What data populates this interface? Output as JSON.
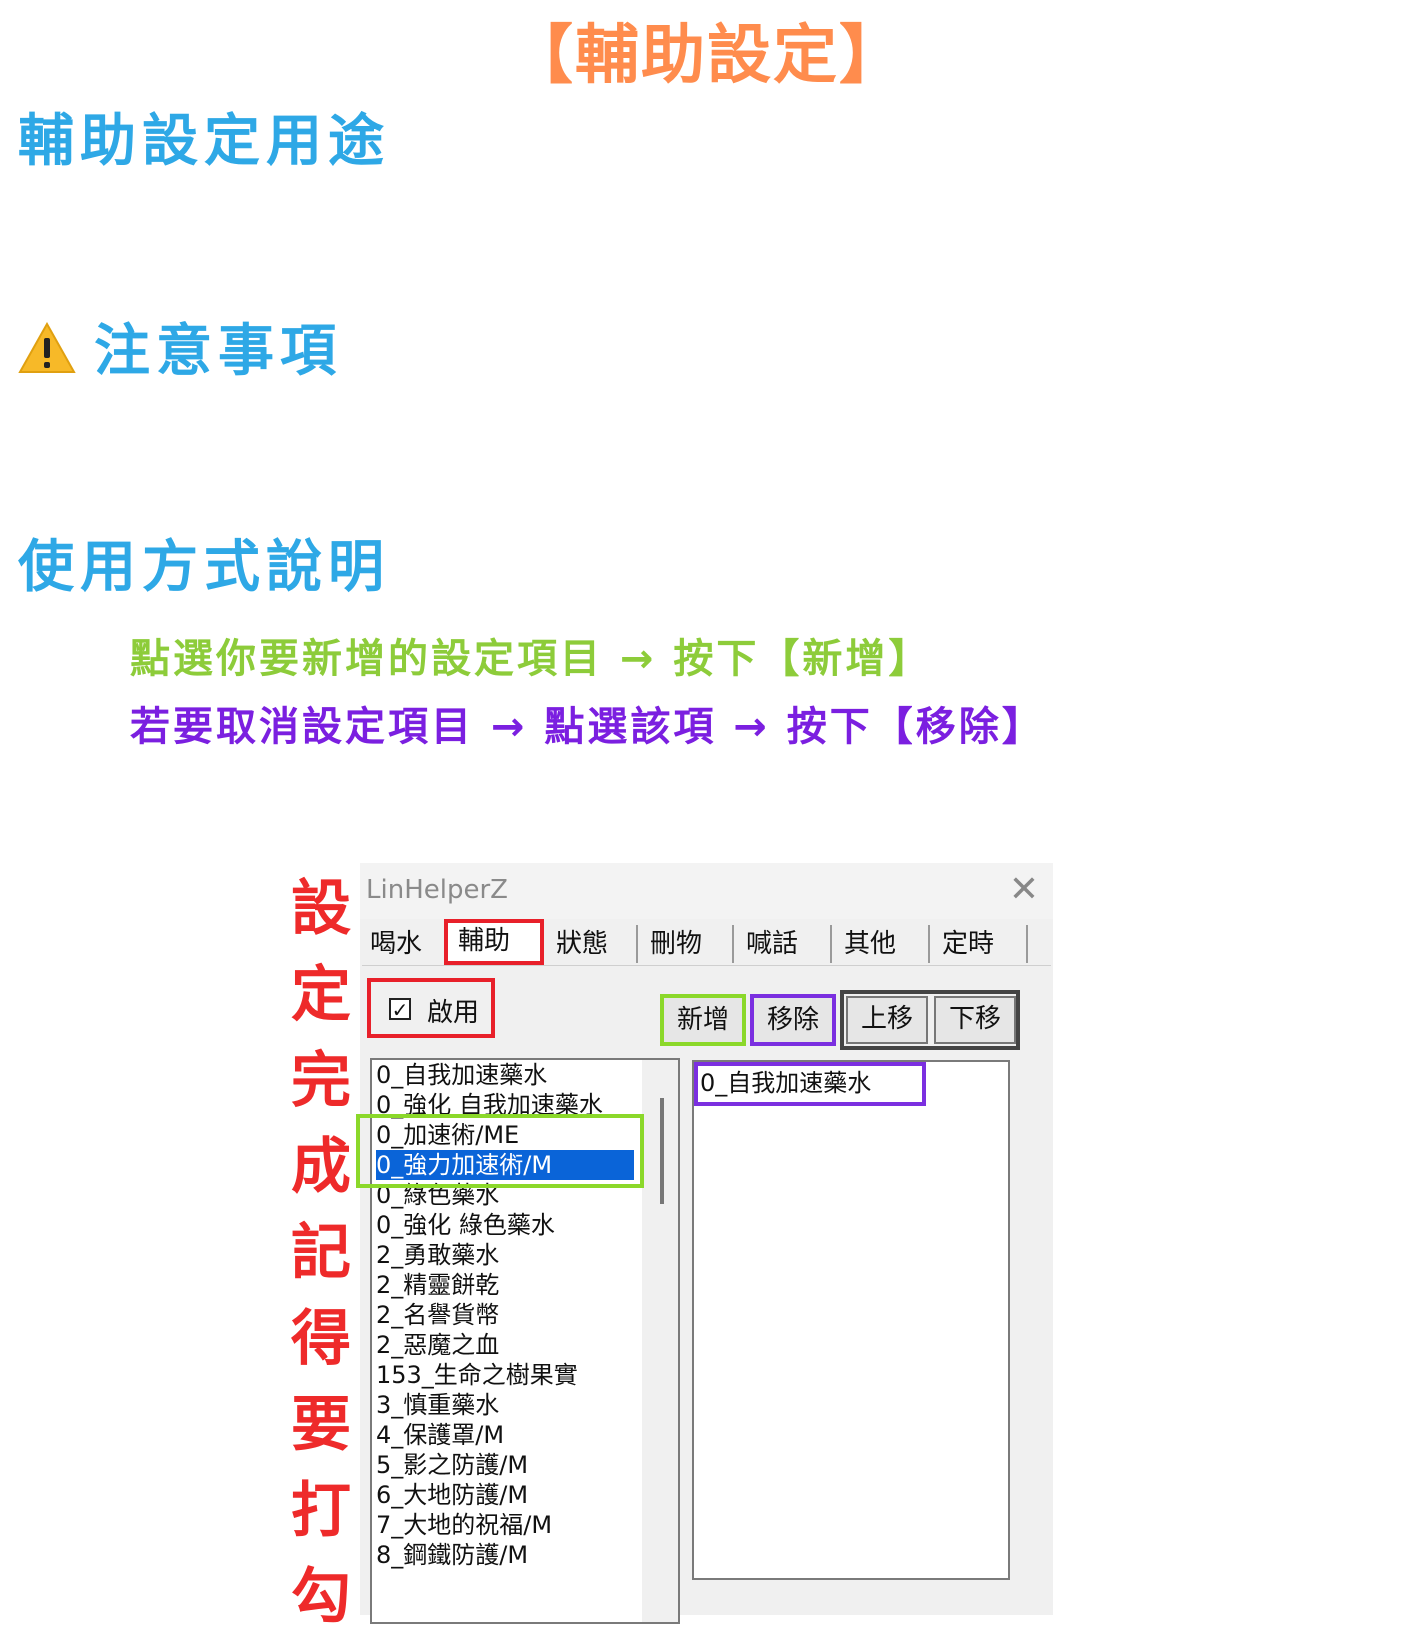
{
  "page_title": "【輔助設定】",
  "sections": {
    "purpose": "輔助設定用途",
    "notes": "注意事項",
    "usage": "使用方式說明"
  },
  "instructions": {
    "add": "點選你要新增的設定項目 → 按下【新增】",
    "remove": "若要取消設定項目 → 點選該項 → 按下【移除】"
  },
  "side_note": [
    "設",
    "定",
    "完",
    "成",
    "記",
    "得",
    "要",
    "打",
    "勾"
  ],
  "window": {
    "title": "LinHelperZ",
    "close_label": "✕",
    "tabs": [
      "喝水",
      "輔助",
      "狀態",
      "刪物",
      "喊話",
      "其他",
      "定時"
    ],
    "active_tab": "輔助",
    "enable": {
      "label": "啟用",
      "checked": true,
      "mark": "✓"
    },
    "buttons": {
      "add": "新增",
      "remove": "移除",
      "up": "上移",
      "down": "下移"
    },
    "available_items": [
      "0_自我加速藥水",
      "0_強化 自我加速藥水",
      "0_加速術/ME",
      "0_強力加速術/M",
      "0_綠色藥水",
      "0_強化 綠色藥水",
      "2_勇敢藥水",
      "2_精靈餅乾",
      "2_名譽貨幣",
      "2_惡魔之血",
      "153_生命之樹果實",
      "3_慎重藥水",
      "4_保護罩/M",
      "5_影之防護/M",
      "6_大地防護/M",
      "7_大地的祝福/M",
      "8_鋼鐵防護/M"
    ],
    "selected_item": "0_強力加速術/M",
    "selected_items": [
      "0_自我加速藥水"
    ]
  },
  "colors": {
    "title": "#ff8c4d",
    "heading": "#2ea8e6",
    "instruction_add": "#8dcc3a",
    "instruction_remove": "#7b1fe0",
    "side_note": "#ee2a2a"
  }
}
